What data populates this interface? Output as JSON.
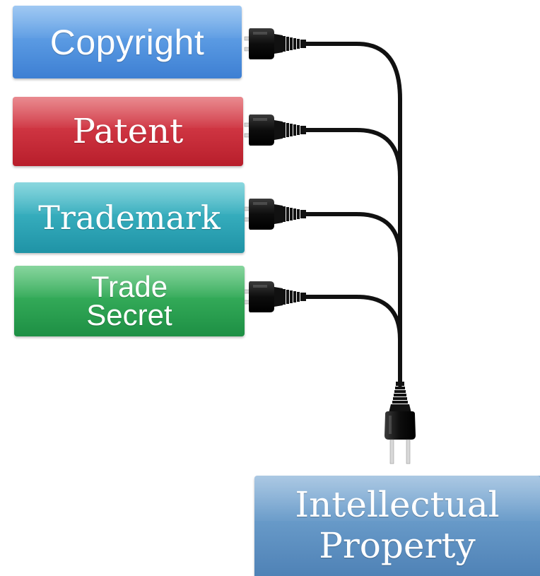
{
  "sources": [
    {
      "id": "copyright",
      "lines": [
        "Copyright"
      ],
      "color": "#5b9be3"
    },
    {
      "id": "patent",
      "lines": [
        "Patent"
      ],
      "color": "#cf3542"
    },
    {
      "id": "trademark",
      "lines": [
        "Trademark"
      ],
      "color": "#36adbd"
    },
    {
      "id": "tradesecret",
      "lines": [
        "Trade",
        "Secret"
      ],
      "color": "#33aa58"
    }
  ],
  "target": {
    "lines": [
      "Intellectual",
      "Property"
    ],
    "color": "#6a9cca"
  },
  "wire_color": "#111111"
}
